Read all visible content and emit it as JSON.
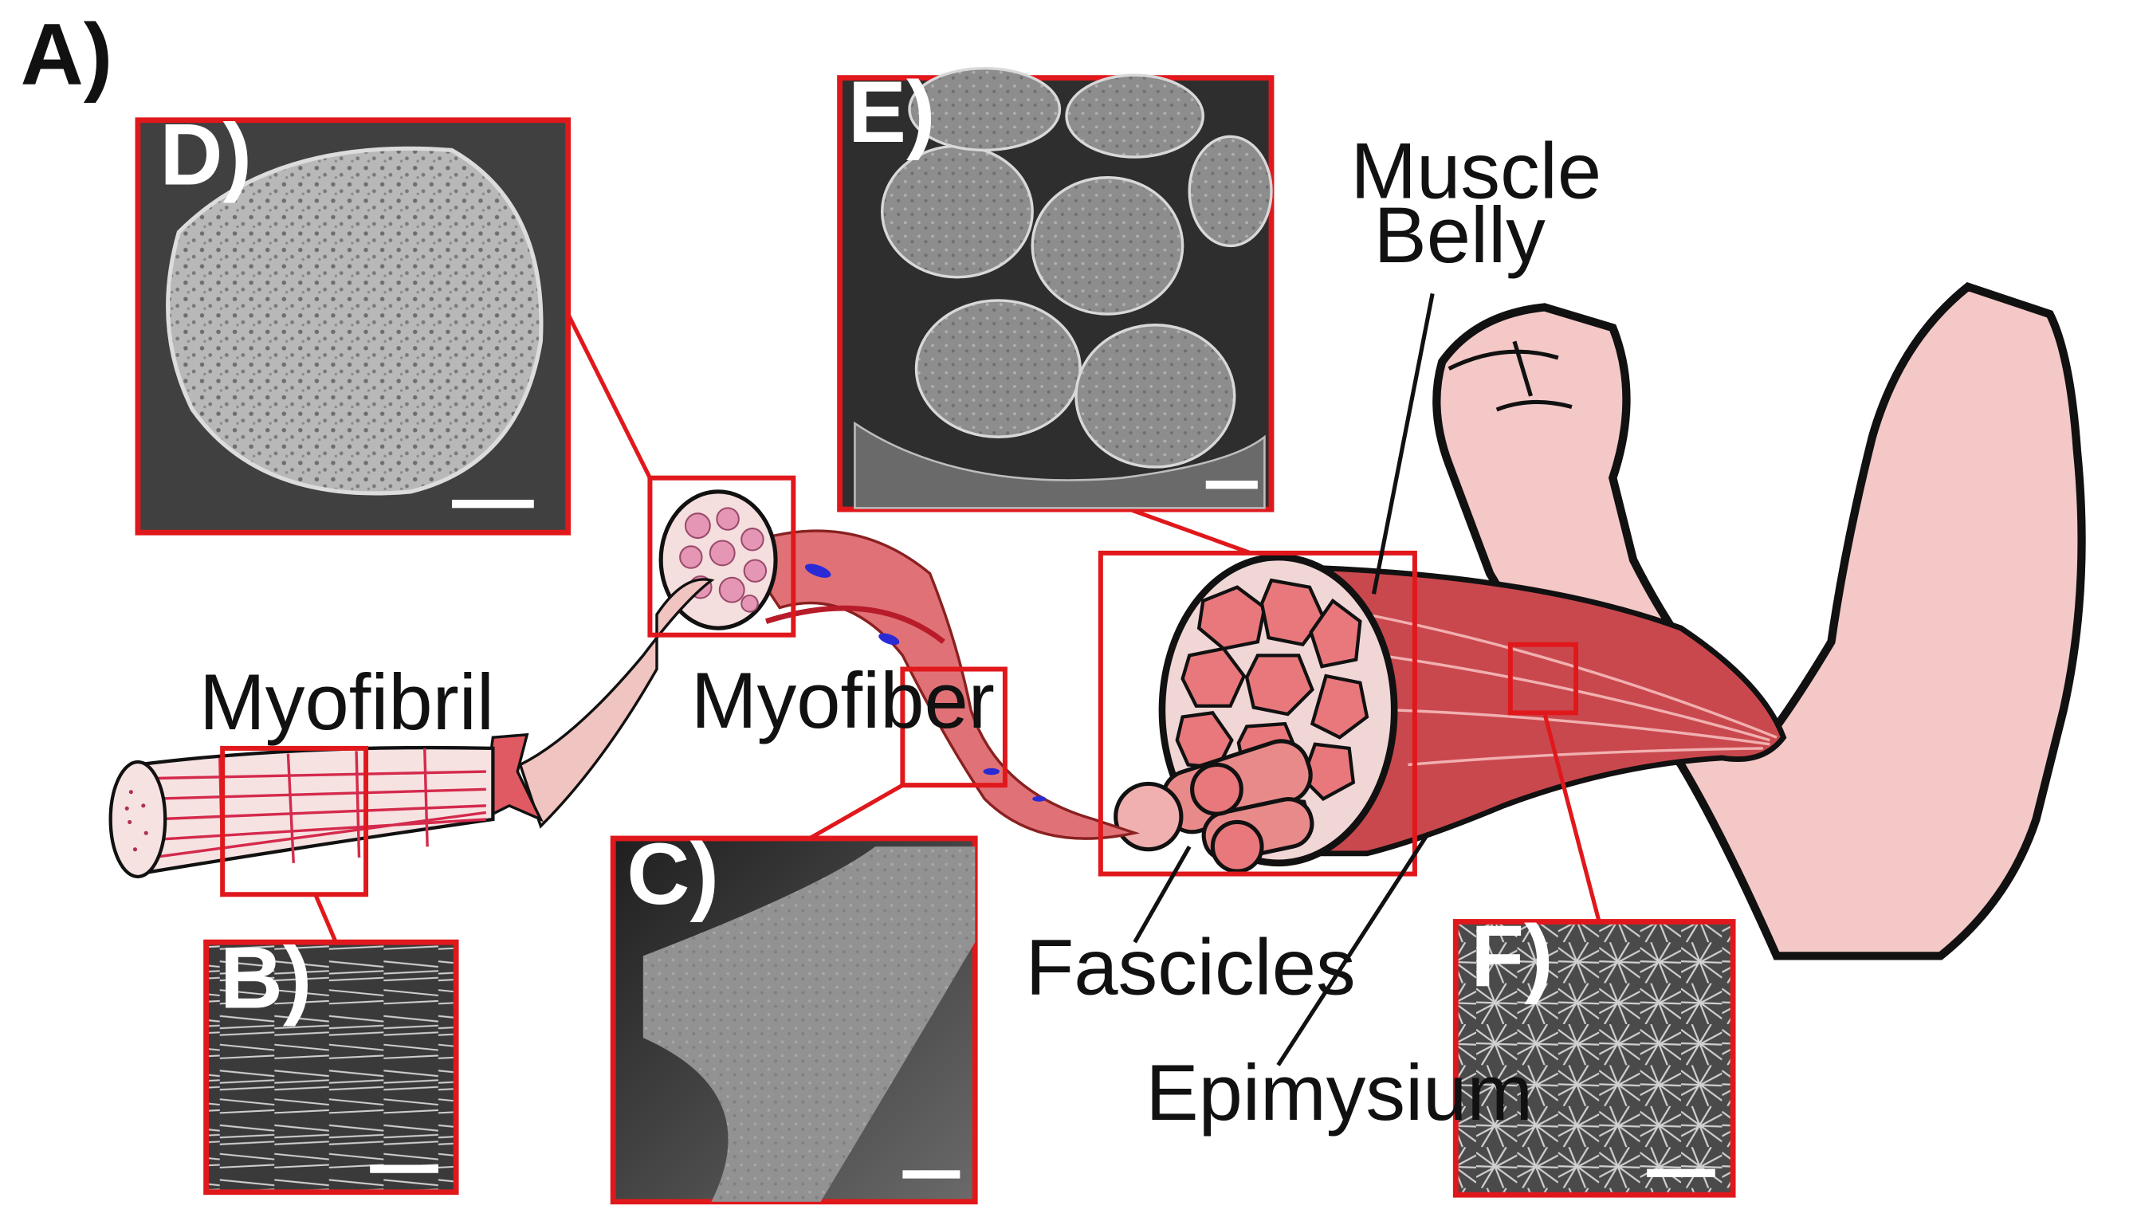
{
  "figure": {
    "panel_label": "A)",
    "insets": {
      "B": "B)",
      "C": "C)",
      "D": "D)",
      "E": "E)",
      "F": "F)"
    },
    "labels": {
      "myofibril": "Myofibril",
      "myofiber": "Myofiber",
      "fascicles": "Fascicles",
      "epimysium": "Epimysium",
      "muscle_belly_line1": "Muscle",
      "muscle_belly_line2": "Belly"
    },
    "colors": {
      "highlight_box": "#e0181c",
      "muscle": "#c9484e",
      "muscle_light": "#e98a8a",
      "skin": "#f3c8c6",
      "fascicle_fill": "#e8787c",
      "nucleus": "#2b2bd6",
      "sem_background": "#2a2a2a"
    }
  }
}
